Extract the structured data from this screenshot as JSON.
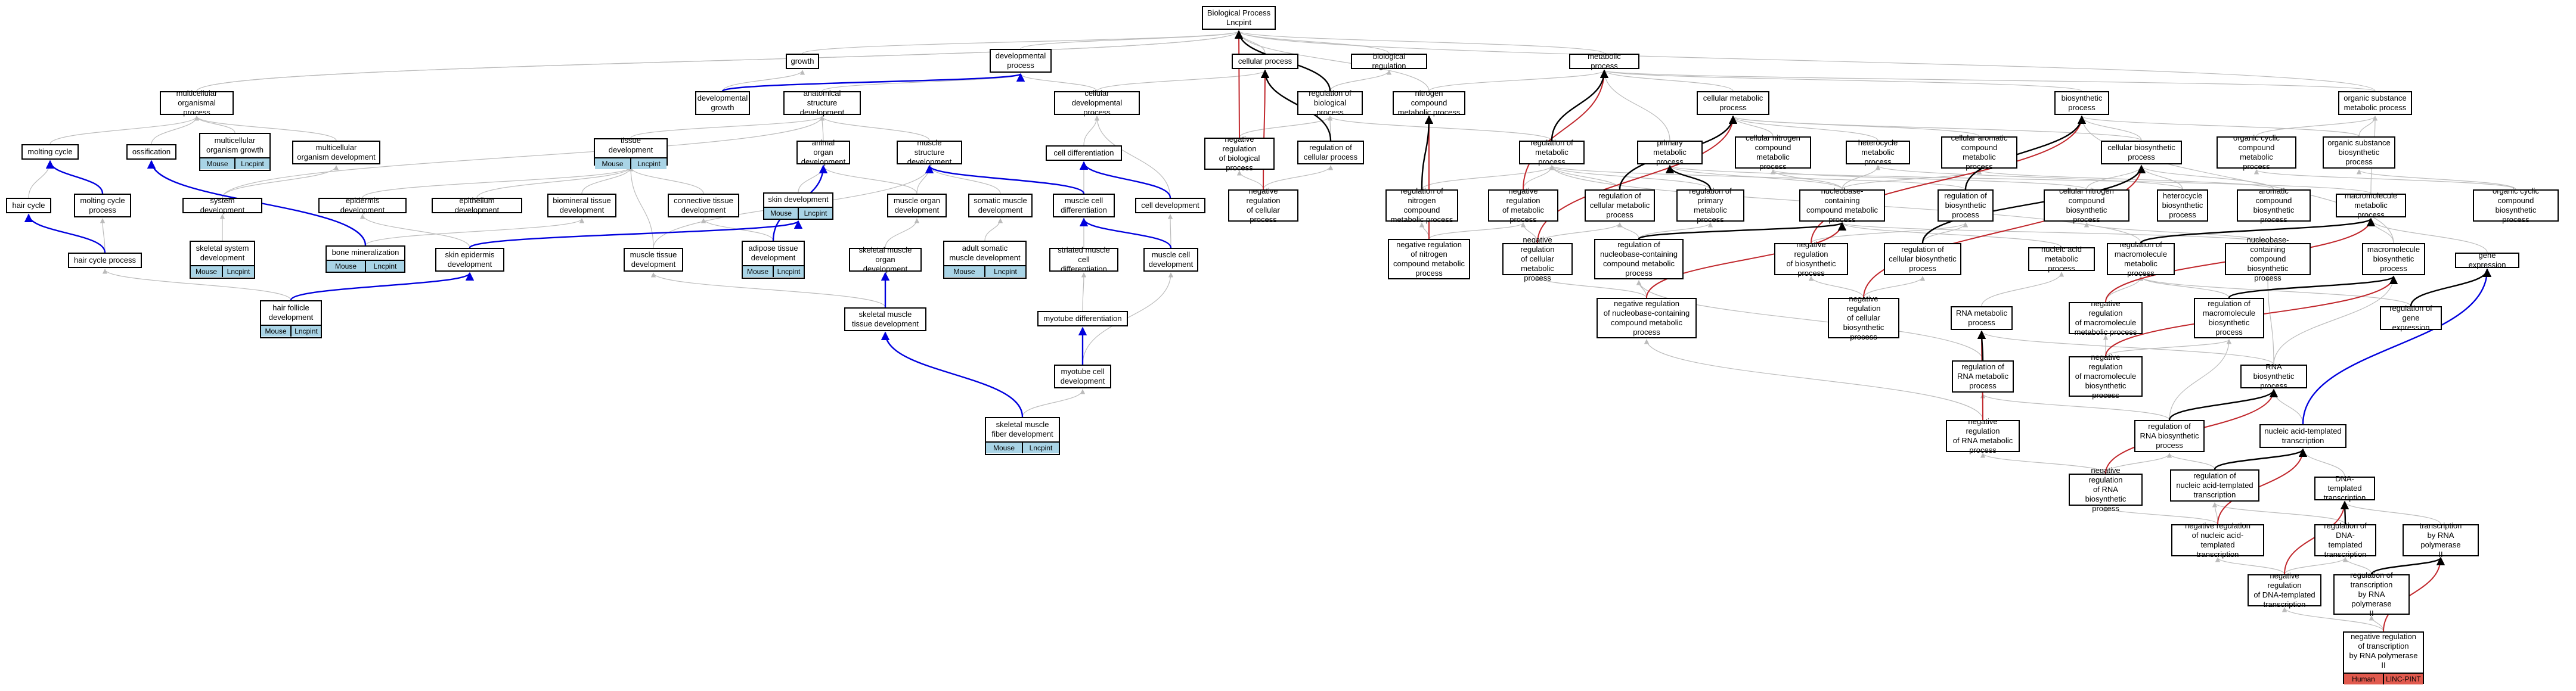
{
  "colors": {
    "edge": "#bbbbbb",
    "blue": "#0000dd",
    "red": "#c0262b",
    "black": "#000000",
    "mouse": "#a9d4e6",
    "human": "#e15a4e"
  },
  "nodes": {
    "root": "Biological Process\nLncpint",
    "growth": "growth",
    "dev_process": "developmental\nprocess",
    "cellular_process": "cellular process",
    "biological_regulation": "biological regulation",
    "metabolic_process": "metabolic process",
    "multicellular_organismal_process": "multicellular\norganismal process",
    "developmental_growth": "developmental\ngrowth",
    "anatomical_structure_development": "anatomical structure\ndevelopment",
    "cellular_developmental_process": "cellular developmental\nprocess",
    "regulation_of_biological_process": "regulation of\nbiological process",
    "nitrogen_compound_metabolic_process": "nitrogen compound\nmetabolic process",
    "cellular_metabolic_process": "cellular metabolic\nprocess",
    "biosynthetic_process": "biosynthetic\nprocess",
    "organic_substance_metabolic_process": "organic substance\nmetabolic process",
    "molting_cycle": "molting cycle",
    "ossification": "ossification",
    "multicellular_organism_growth": "multicellular\norganism growth",
    "multicellular_organism_development": "multicellular\norganism development",
    "tissue_development": "tissue development",
    "animal_organ_development": "animal organ\ndevelopment",
    "muscle_structure_development": "muscle structure\ndevelopment",
    "cell_differentiation": "cell differentiation",
    "negative_regulation_of_biological_process": "negative regulation\nof biological\nprocess",
    "regulation_of_cellular_process": "regulation of\ncellular process",
    "regulation_of_metabolic_process": "regulation of\nmetabolic process",
    "primary_metabolic_process": "primary metabolic\nprocess",
    "cellular_nitrogen_compound_metabolic_process": "cellular nitrogen\ncompound metabolic\nprocess",
    "heterocycle_metabolic_process": "heterocycle\nmetabolic process",
    "cellular_aromatic_compound_metabolic_process": "cellular aromatic\ncompound metabolic\nprocess",
    "cellular_biosynthetic_process": "cellular biosynthetic\nprocess",
    "organic_cyclic_compound_metabolic_process": "organic cyclic\ncompound metabolic\nprocess",
    "organic_substance_biosynthetic_process": "organic substance\nbiosynthetic\nprocess",
    "hair_cycle": "hair cycle",
    "molting_cycle_process": "molting cycle\nprocess",
    "system_development": "system development",
    "epidermis_development": "epidermis development",
    "epithelium_development": "epithelium development",
    "biomineral_tissue_development": "biomineral tissue\ndevelopment",
    "connective_tissue_development": "connective tissue\ndevelopment",
    "skin_development": "skin development",
    "muscle_organ_development": "muscle organ\ndevelopment",
    "somatic_muscle_development": "somatic muscle\ndevelopment",
    "muscle_cell_differentiation": "muscle cell\ndifferentiation",
    "cell_development": "cell development",
    "negative_regulation_of_cellular_process": "negative regulation\nof cellular\nprocess",
    "regulation_of_nitrogen_compound_metabolic_process": "regulation of\nnitrogen compound\nmetabolic process",
    "negative_regulation_of_metabolic_process": "negative regulation\nof metabolic\nprocess",
    "regulation_of_cellular_metabolic_process": "regulation of\ncellular metabolic\nprocess",
    "regulation_of_primary_metabolic_process": "regulation of\nprimary metabolic\nprocess",
    "nucleobase_containing_compound_metabolic_process": "nucleobase-containing\ncompound metabolic\nprocess",
    "regulation_of_biosynthetic_process": "regulation of\nbiosynthetic\nprocess",
    "cellular_nitrogen_compound_biosynthetic_process": "cellular nitrogen\ncompound biosynthetic\nprocess",
    "heterocycle_biosynthetic_process": "heterocycle\nbiosynthetic\nprocess",
    "aromatic_compound_biosynthetic_process": "aromatic compound\nbiosynthetic\nprocess",
    "macromolecule_metabolic_process": "macromolecule\nmetabolic process",
    "organic_cyclic_compound_biosynthetic_process": "organic cyclic\ncompound biosynthetic\nprocess",
    "hair_cycle_process": "hair cycle process",
    "skeletal_system_development": "skeletal system\ndevelopment",
    "bone_mineralization": "bone mineralization",
    "skin_epidermis_development": "skin epidermis\ndevelopment",
    "muscle_tissue_development": "muscle tissue\ndevelopment",
    "adipose_tissue_development": "adipose tissue\ndevelopment",
    "skeletal_muscle_organ_development": "skeletal muscle\norgan development",
    "adult_somatic_muscle_development": "adult somatic\nmuscle development",
    "striated_muscle_cell_differentiation": "striated muscle\ncell differentiation",
    "muscle_cell_development": "muscle cell\ndevelopment",
    "negative_regulation_of_nitrogen_compound_metabolic_process": "negative regulation\nof nitrogen\ncompound metabolic\nprocess",
    "negative_regulation_of_cellular_metabolic_process": "negative regulation\nof cellular\nmetabolic process",
    "regulation_of_nucleobase_containing_compound_metabolic_process": "regulation of\nnucleobase-containing\ncompound metabolic\nprocess",
    "negative_regulation_of_biosynthetic_process": "negative regulation\nof biosynthetic\nprocess",
    "regulation_of_cellular_biosynthetic_process": "regulation of\ncellular biosynthetic\nprocess",
    "nucleic_acid_metabolic_process": "nucleic acid\nmetabolic process",
    "regulation_of_macromolecule_metabolic_process": "regulation of\nmacromolecule\nmetabolic process",
    "nucleobase_containing_compound_biosynthetic_process": "nucleobase-containing\ncompound biosynthetic\nprocess",
    "macromolecule_biosynthetic_process": "macromolecule\nbiosynthetic\nprocess",
    "gene_expression": "gene expression",
    "hair_follicle_development": "hair follicle\ndevelopment",
    "skeletal_muscle_tissue_development": "skeletal muscle\ntissue development",
    "myotube_differentiation": "myotube differentiation",
    "myotube_cell_development": "myotube cell\ndevelopment",
    "negative_regulation_of_nucleobase_containing_compound_metabolic_process": "negative regulation\nof nucleobase-containing\ncompound metabolic\nprocess",
    "negative_regulation_of_cellular_biosynthetic_process": "negative regulation\nof cellular\nbiosynthetic\nprocess",
    "rna_metabolic_process": "RNA metabolic\nprocess",
    "negative_regulation_of_macromolecule_metabolic_process": "negative regulation\nof macromolecule\nmetabolic process",
    "regulation_of_macromolecule_biosynthetic_process": "regulation of\nmacromolecule\nbiosynthetic\nprocess",
    "regulation_of_gene_expression": "regulation of\ngene expression",
    "negative_regulation_of_macromolecule_biosynthetic_process": "negative regulation\nof macromolecule\nbiosynthetic\nprocess",
    "regulation_of_rna_metabolic_process": "regulation of\nRNA metabolic\nprocess",
    "rna_biosynthetic_process": "RNA biosynthetic\nprocess",
    "skeletal_muscle_fiber_development": "skeletal muscle\nfiber development",
    "negative_regulation_of_rna_metabolic_process": "negative regulation\nof RNA metabolic\nprocess",
    "regulation_of_rna_biosynthetic_process": "regulation of\nRNA biosynthetic\nprocess",
    "nucleic_acid_templated_transcription": "nucleic acid-templated\ntranscription",
    "negative_regulation_of_rna_biosynthetic_process": "negative regulation\nof RNA biosynthetic\nprocess",
    "regulation_of_nucleic_acid_templated_transcription": "regulation of\nnucleic acid-templated\ntranscription",
    "dna_templated_transcription": "DNA-templated\ntranscription",
    "negative_regulation_of_nucleic_acid_templated_transcription": "negative regulation\nof nucleic acid-templated\ntranscription",
    "regulation_of_dna_templated_transcription": "regulation of\nDNA-templated\ntranscription",
    "transcription_by_rna_polymerase_ii": "transcription\nby RNA polymerase\nII",
    "negative_regulation_of_dna_templated_transcription": "negative regulation\nof DNA-templated\ntranscription",
    "regulation_of_transcription_by_rna_polymerase_ii": "regulation of\ntranscription\nby RNA polymerase\nII",
    "negative_regulation_of_transcription_by_rna_polymerase_ii": "negative regulation\nof transcription\nby RNA polymerase\nII"
  },
  "tags": {
    "mouse": "Mouse",
    "lncpint": "Lncpint",
    "human": "Human",
    "linc_pint": "LINC-PINT"
  }
}
